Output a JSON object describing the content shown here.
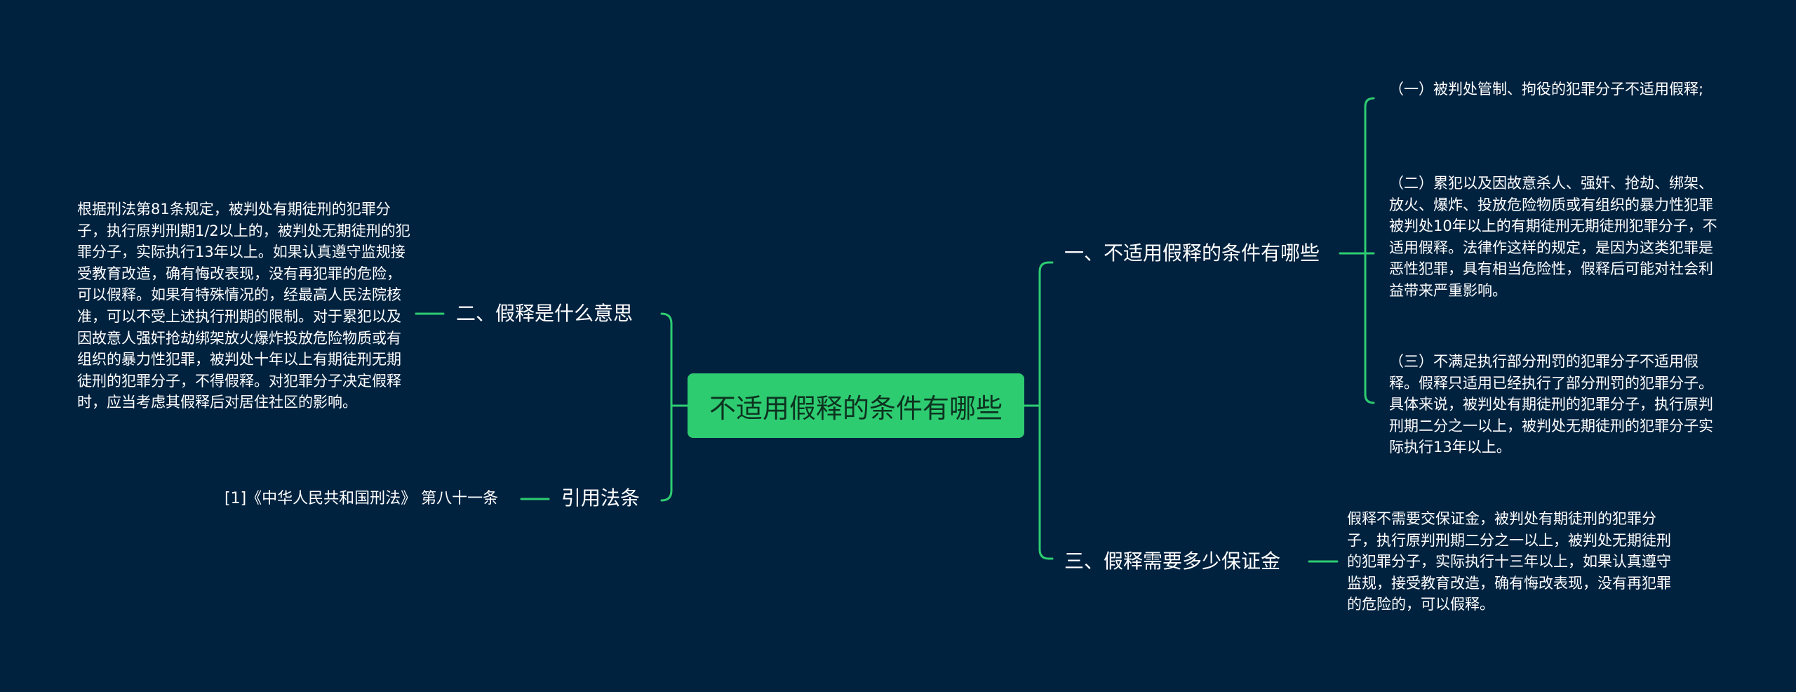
{
  "colors": {
    "background": "#00223f",
    "root_fill": "#2ecc71",
    "connector": "#2ecc71"
  },
  "root": {
    "label": "不适用假释的条件有哪些"
  },
  "right_branches": [
    {
      "label": "一、不适用假释的条件有哪些",
      "children": [
        "（一）被判处管制、拘役的犯罪分子不适用假释;",
        "（二）累犯以及因故意杀人、强奸、抢劫、绑架、放火、爆炸、投放危险物质或有组织的暴力性犯罪被判处10年以上的有期徒刑无期徒刑犯罪分子，不适用假释。法律作这样的规定，是因为这类犯罪是恶性犯罪，具有相当危险性，假释后可能对社会利益带来严重影响。",
        "（三）不满足执行部分刑罚的犯罪分子不适用假释。假释只适用已经执行了部分刑罚的犯罪分子。具体来说，被判处有期徒刑的犯罪分子，执行原判刑期二分之一以上，被判处无期徒刑的犯罪分子实际执行13年以上。"
      ]
    },
    {
      "label": "三、假释需要多少保证金",
      "children": [
        "假释不需要交保证金，被判处有期徒刑的犯罪分子，执行原判刑期二分之一以上，被判处无期徒刑的犯罪分子，实际执行十三年以上，如果认真遵守监规，接受教育改造，确有悔改表现，没有再犯罪的危险的，可以假释。"
      ]
    }
  ],
  "left_branches": [
    {
      "label": "二、假释是什么意思",
      "children": [
        "根据刑法第81条规定，被判处有期徒刑的犯罪分子，执行原判刑期1/2以上的，被判处无期徒刑的犯罪分子，实际执行13年以上。如果认真遵守监规接受教育改造，确有悔改表现，没有再犯罪的危险，可以假释。如果有特殊情况的，经最高人民法院核准，可以不受上述执行刑期的限制。对于累犯以及因故意人强奸抢劫绑架放火爆炸投放危险物质或有组织的暴力性犯罪，被判处十年以上有期徒刑无期徒刑的犯罪分子，不得假释。对犯罪分子决定假释时，应当考虑其假释后对居住社区的影响。"
      ]
    },
    {
      "label": "引用法条",
      "children": [
        "[1]《中华人民共和国刑法》 第八十一条"
      ]
    }
  ]
}
